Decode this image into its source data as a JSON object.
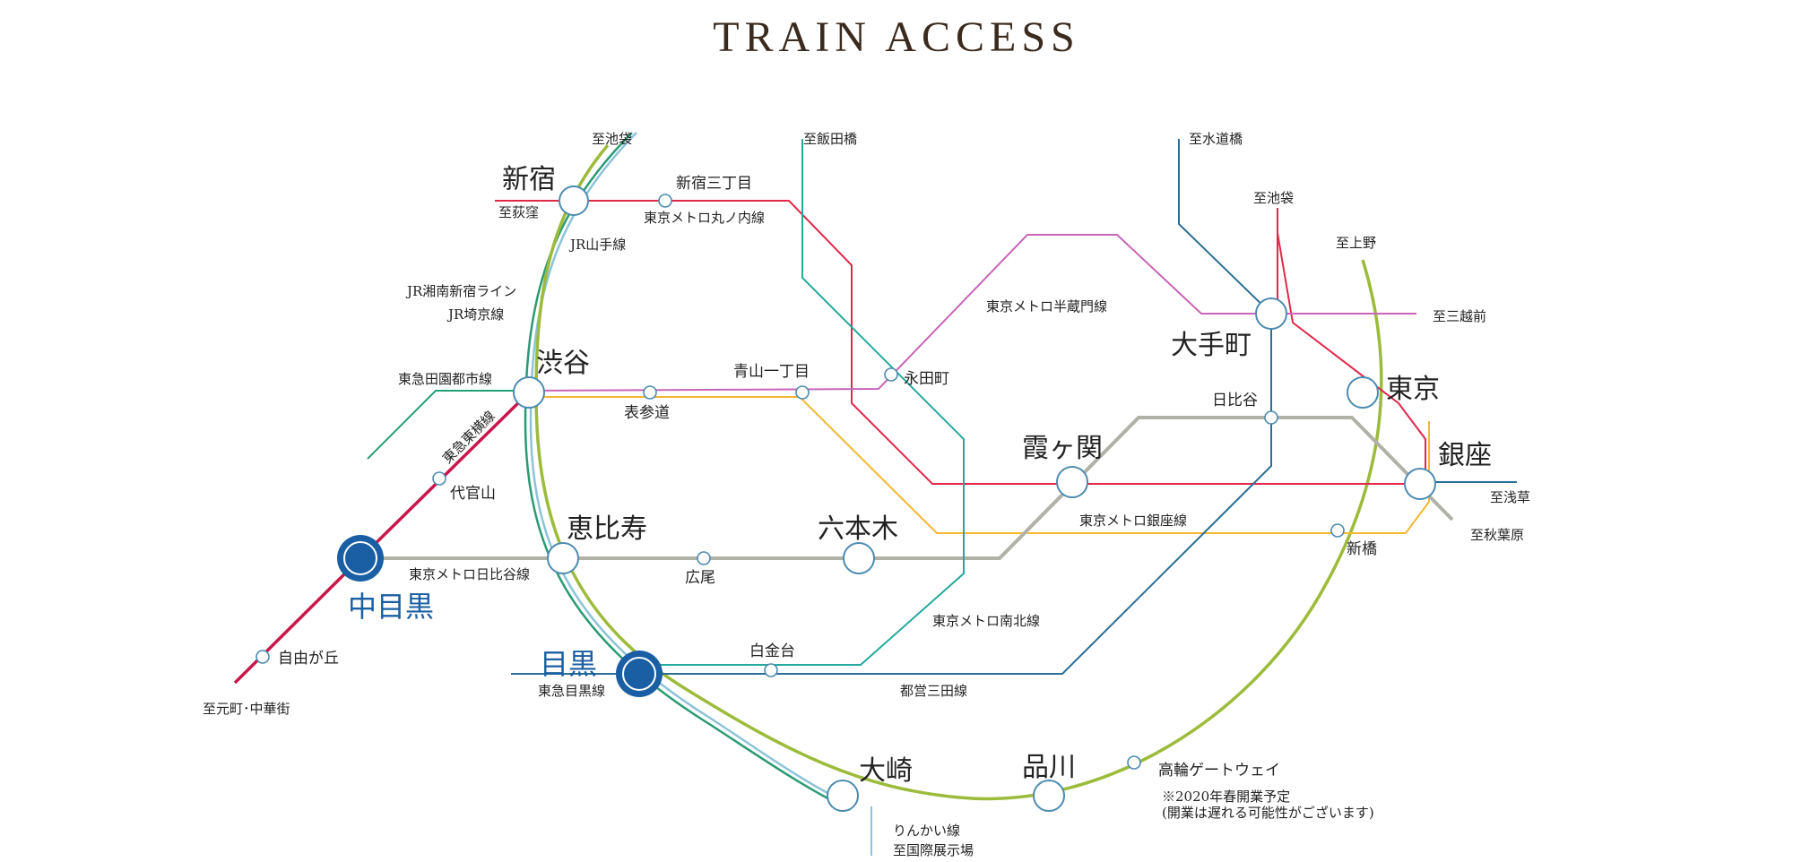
{
  "title": "TRAIN ACCESS",
  "stations_major": [
    {
      "id": "shinjuku",
      "label": "新宿"
    },
    {
      "id": "shibuya",
      "label": "渋谷"
    },
    {
      "id": "ebisu",
      "label": "恵比寿"
    },
    {
      "id": "roppongi",
      "label": "六本木"
    },
    {
      "id": "kasumigaseki",
      "label": "霞ヶ関"
    },
    {
      "id": "otemachi",
      "label": "大手町"
    },
    {
      "id": "tokyo",
      "label": "東京"
    },
    {
      "id": "ginza",
      "label": "銀座"
    },
    {
      "id": "osaki",
      "label": "大崎"
    },
    {
      "id": "shinagawa",
      "label": "品川"
    }
  ],
  "stations_highlight": [
    {
      "id": "nakameguro",
      "label": "中目黒"
    },
    {
      "id": "meguro",
      "label": "目黒"
    }
  ],
  "stations_minor": [
    {
      "id": "shinjuku-sanchome",
      "label": "新宿三丁目"
    },
    {
      "id": "omotesando",
      "label": "表参道"
    },
    {
      "id": "aoyama-itchome",
      "label": "青山一丁目"
    },
    {
      "id": "nagatacho",
      "label": "永田町"
    },
    {
      "id": "hibiya",
      "label": "日比谷"
    },
    {
      "id": "daikanyama",
      "label": "代官山"
    },
    {
      "id": "hiroo",
      "label": "広尾"
    },
    {
      "id": "shirokanedai",
      "label": "白金台"
    },
    {
      "id": "jiyugaoka",
      "label": "自由が丘"
    },
    {
      "id": "shimbashi",
      "label": "新橋"
    },
    {
      "id": "takanawa-gateway",
      "label": "高輪ゲートウェイ"
    }
  ],
  "line_labels": {
    "marunouchi": "東京メトロ丸ノ内線",
    "yamanote": "JR山手線",
    "shonan": "JR湘南新宿ライン",
    "saikyo": "JR埼京線",
    "hanzomon": "東京メトロ半蔵門線",
    "denentoshi": "東急田園都市線",
    "toyoko": "東急東横線",
    "hibiya_line": "東京メトロ日比谷線",
    "ginza_line": "東京メトロ銀座線",
    "namboku": "東京メトロ南北線",
    "meguro_line": "東急目黒線",
    "mita": "都営三田線",
    "rinkai": "りんかい線"
  },
  "directions": {
    "ikebukuro_left": "至池袋",
    "iidabashi": "至飯田橋",
    "suidobashi": "至水道橋",
    "ikebukuro_right": "至池袋",
    "ueno": "至上野",
    "mitsukoshimae": "至三越前",
    "ogikubo": "至荻窪",
    "asakusa": "至浅草",
    "akihabara": "至秋葉原",
    "motomachi": "至元町･中華街",
    "kokusai_tenjijo": "至国際展示場"
  },
  "notes": {
    "takanawa_1": "※2020年春開業予定",
    "takanawa_2": "(開業は遅れる可能性がございます)"
  },
  "colors": {
    "title": "#3b2a1e",
    "yamanote": "#9dbb3a",
    "shonan": "#2a9a73",
    "saikyo": "#8cc3d8",
    "marunouchi": "#e0284a",
    "hanzomon": "#c865b7",
    "ginza_line": "#f2b833",
    "hibiya_line": "#b1b1a8",
    "namboku": "#25a99c",
    "mita": "#2a6e93",
    "toyoko": "#c9174a",
    "denentoshi": "#21a177",
    "highlight": "#1a5fa3"
  }
}
